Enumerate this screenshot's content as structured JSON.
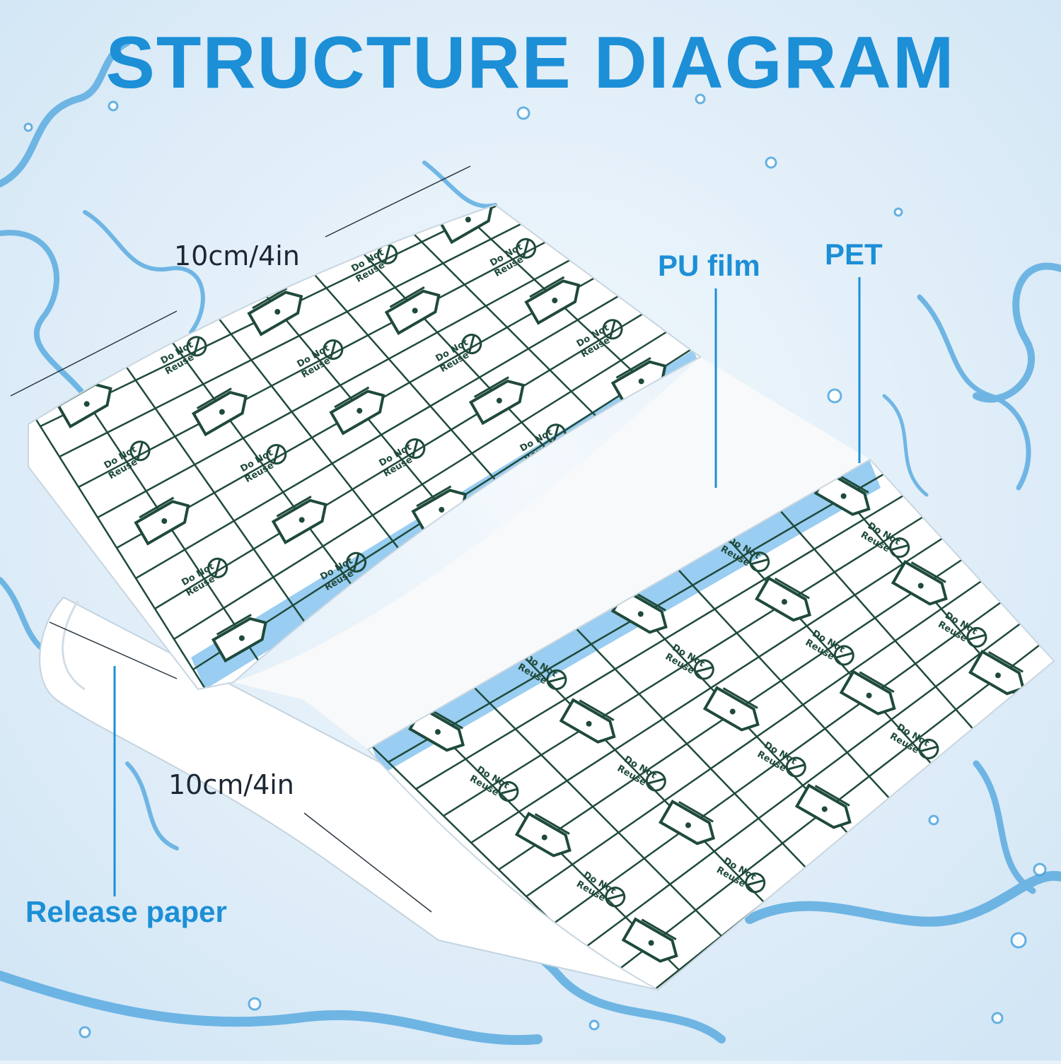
{
  "title": "STRUCTURE DIAGRAM",
  "labels": {
    "pu_film": "PU film",
    "pet": "PET",
    "release_paper": "Release paper",
    "dimension_top": "10cm/4in",
    "dimension_bottom": "10cm/4in"
  },
  "film_print": {
    "warning_line1": "Do Not",
    "warning_line2": "Reuse",
    "pictogram": "no-reuse-icon",
    "step_icon": "peel-tab-icon"
  },
  "colors": {
    "accent": "#1c8fd6",
    "grid_ink": "#1f4a3b",
    "background": "#e6f1fa",
    "pet_strip": "#7fc1ec"
  }
}
